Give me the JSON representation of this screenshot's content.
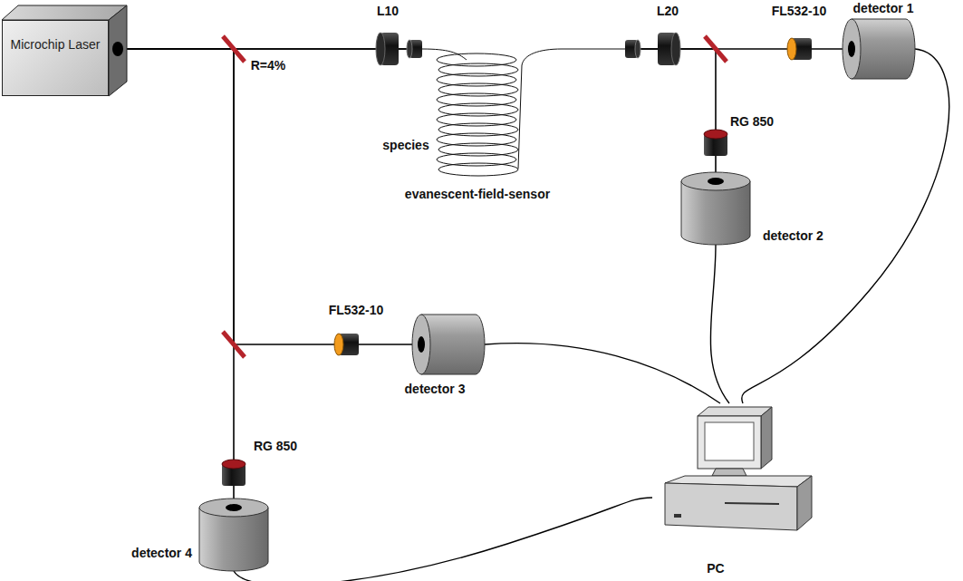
{
  "diagram": {
    "nodes": [
      {
        "text": [
          "Microchip Laser"
        ]
      },
      {
        "text": [
          "detector 1"
        ]
      },
      {
        "text": [
          "detector 2"
        ]
      },
      {
        "text": [
          "detector 3"
        ]
      },
      {
        "text": [
          "detector 4"
        ]
      },
      {
        "text": [
          "PC"
        ]
      }
    ],
    "edges": [
      {
        "from": 0,
        "to": 1,
        "arrow": "none"
      },
      {
        "from": 0,
        "to": 2,
        "arrow": "none"
      },
      {
        "from": 0,
        "to": 3,
        "arrow": "none"
      },
      {
        "from": 0,
        "to": 4,
        "arrow": "none"
      },
      {
        "from": 1,
        "to": 5,
        "arrow": "none"
      },
      {
        "from": 2,
        "to": 5,
        "arrow": "none"
      },
      {
        "from": 3,
        "to": 5,
        "arrow": "none"
      },
      {
        "from": 4,
        "to": 5,
        "arrow": "none"
      }
    ],
    "labels": [
      "L10",
      "L20",
      "FL532-10",
      "R=4%",
      "species",
      "RG 850",
      "evanescent-field-sensor",
      "FL532-10",
      "RG 850"
    ]
  }
}
